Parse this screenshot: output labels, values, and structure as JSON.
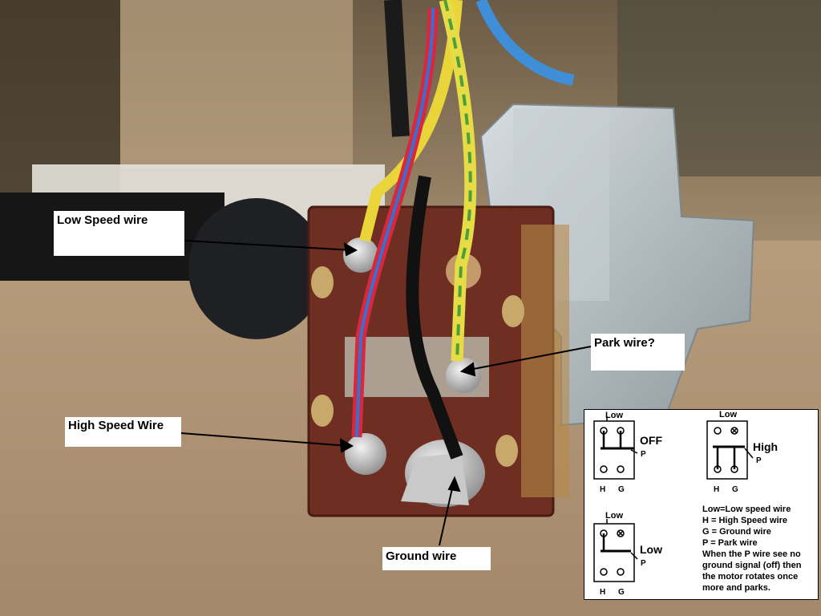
{
  "annotations": {
    "low_speed": "Low Speed wire",
    "park": "Park wire?",
    "high_speed": "High Speed Wire",
    "ground": "Ground wire"
  },
  "legend_diagram": {
    "off_panel": {
      "top": "Low",
      "state": "OFF",
      "p": "P",
      "h": "H",
      "g": "G"
    },
    "high_panel": {
      "top": "Low",
      "state": "High",
      "p": "P",
      "h": "H",
      "g": "G"
    },
    "low_panel": {
      "top": "Low",
      "state": "Low",
      "p": "P",
      "h": "H",
      "g": "G"
    },
    "key": [
      "Low=Low speed wire",
      "H = High Speed wire",
      "G = Ground wire",
      "P = Park wire",
      "When the P wire see no",
      "ground signal (off) then",
      "the motor rotates once",
      "more and parks."
    ]
  },
  "colors": {
    "board": "#6e2f22",
    "wire_red": "#d8283e",
    "wire_blue": "#3a6fd0",
    "wire_yellow": "#e9d43a",
    "wire_green": "#4f9e3a",
    "wire_black": "#111111",
    "metal": "#b9c3c8"
  }
}
